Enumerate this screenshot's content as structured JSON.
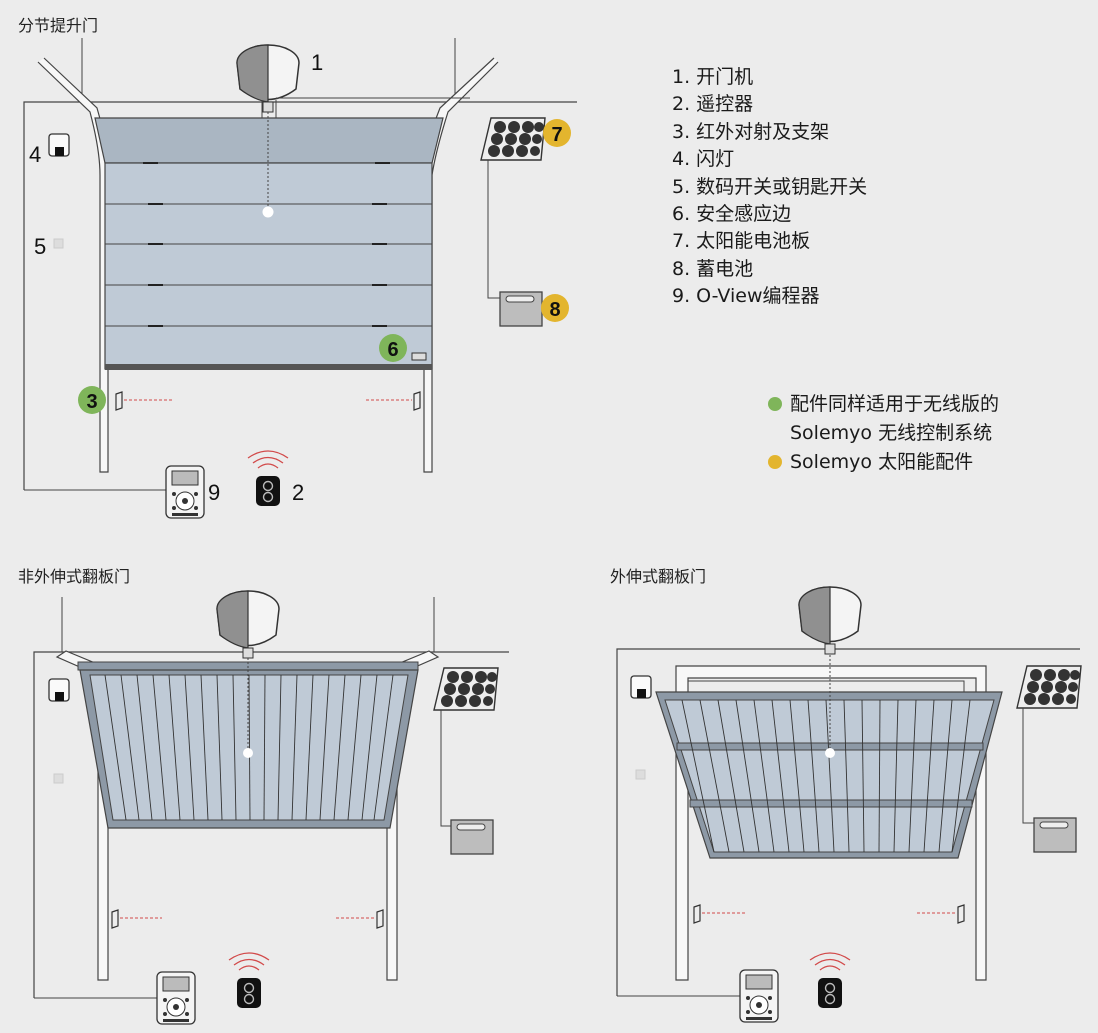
{
  "sections": {
    "top": "分节提升门",
    "bottom_left": "非外伸式翻板门",
    "bottom_right": "外伸式翻板门"
  },
  "legend": [
    "1. 开门机",
    "2. 遥控器",
    "3. 红外对射及支架",
    "4. 闪灯",
    "5. 数码开关或钥匙开关",
    "6. 安全感应边",
    "7. 太阳能电池板",
    "8. 蓄电池",
    "9. O-View编程器"
  ],
  "notes": {
    "green": "配件同样适用于无线版的\nSolemyo 无线控制系统",
    "yellow": "Solemyo 太阳能配件"
  },
  "callouts": {
    "n1": "1",
    "n2": "2",
    "n3": "3",
    "n4": "4",
    "n5": "5",
    "n6": "6",
    "n7": "7",
    "n8": "8",
    "n9": "9"
  },
  "colors": {
    "background": "#ececec",
    "door_panel": "#bfcad6",
    "line": "#444444",
    "green_badge": "#7fb55a",
    "yellow_badge": "#e3b52e",
    "infrared_beam": "#d24a4a",
    "signal": "#d24a4a"
  }
}
